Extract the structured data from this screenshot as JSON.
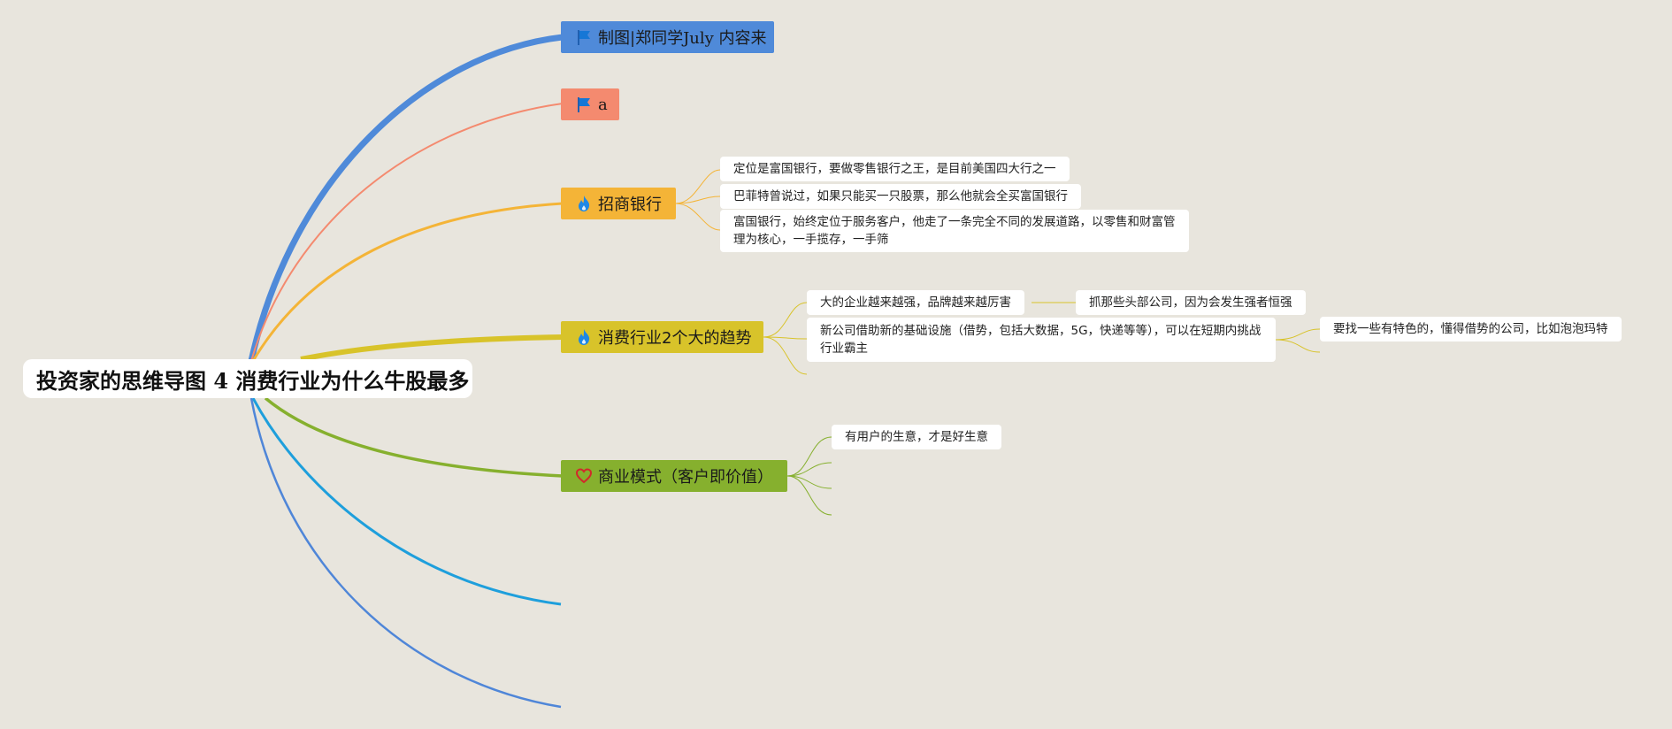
{
  "root": {
    "title": "投资家的思维导图 4 消费行业为什么牛股最多"
  },
  "branches": [
    {
      "label": "制图|郑同学July 内容来",
      "icon": "flag-icon",
      "color": "#4f8ad9"
    },
    {
      "label": "a",
      "icon": "flag-icon",
      "color": "#f48a6f"
    },
    {
      "label": "招商银行",
      "icon": "flame-icon",
      "color": "#f4b437",
      "children": [
        "定位是富国银行，要做零售银行之王，是目前美国四大行之一",
        "巴菲特曾说过，如果只能买一只股票，那么他就会全买富国银行",
        "富国银行，始终定位于服务客户，他走了一条完全不同的发展道路，以零售和财富管理为核心，一手揽存，一手筛"
      ]
    },
    {
      "label": "消费行业2个大的趋势",
      "icon": "flame-icon",
      "color": "#d8c32a",
      "children": [
        {
          "text": "大的企业越来越强，品牌越来越厉害",
          "child": "抓那些头部公司，因为会发生强者恒强"
        },
        {
          "text": "新公司借助新的基础设施（借势，包括大数据，5G，快递等等），可以在短期内挑战行业霸主",
          "child": "要找一些有特色的，懂得借势的公司，比如泡泡玛特"
        }
      ]
    },
    {
      "label": "商业模式（客户即价值）",
      "icon": "heart-icon",
      "color": "#86b02e",
      "children": [
        "有用户的生意，才是好生意"
      ]
    }
  ],
  "colors": {
    "background": "#e8e5dd",
    "branch_blue": "#4f8ad9",
    "branch_coral": "#f48a6f",
    "branch_orange": "#f4b437",
    "branch_yellow": "#d8c32a",
    "branch_green": "#86b02e",
    "branch_cyan": "#1e9fdc",
    "branch_blue2": "#4f86d8"
  }
}
